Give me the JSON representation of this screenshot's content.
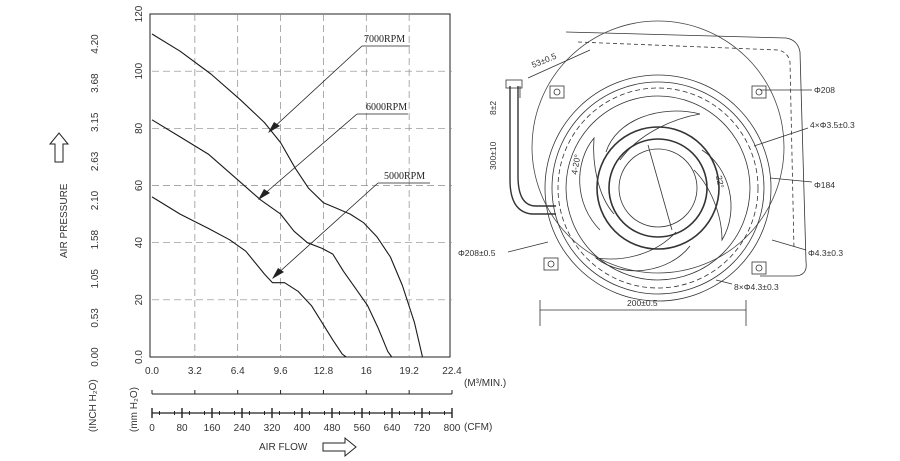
{
  "chart_data": {
    "type": "line",
    "ylabel": "AIR PRESSURE",
    "ylabel_units_mmh2o": "(mm H₂O)",
    "ylabel_units_inch": "(INCH H₂O)",
    "xlabel": "AIR FLOW",
    "x_units": "(M³/MIN.)",
    "x_units_cfm": "(CFM)",
    "xlim": [
      0,
      22.4
    ],
    "ylim": [
      0,
      120
    ],
    "grid": true,
    "x_ticks": [
      "0.0",
      "3.2",
      "6.4",
      "9.6",
      "12.8",
      "16",
      "19.2",
      "22.4"
    ],
    "y_ticks": [
      "0.0",
      "20",
      "40",
      "60",
      "80",
      "100",
      "120"
    ],
    "y_ticks_inch": [
      "0.00",
      "0.53",
      "1.05",
      "1.58",
      "2.10",
      "2.63",
      "3.15",
      "3.68",
      "4.20"
    ],
    "cfm_ticks": [
      "0",
      "80",
      "160",
      "240",
      "320",
      "400",
      "480",
      "560",
      "640",
      "720",
      "800"
    ],
    "series": [
      {
        "name": "7000RPM",
        "x": [
          0,
          2.1,
          4.4,
          6.6,
          8.4,
          9.6,
          10.7,
          11.7,
          12.8,
          13.8,
          14.8,
          15.8,
          16.8,
          17.8,
          18.7,
          19.6,
          20.2
        ],
        "y": [
          113,
          107,
          99,
          90,
          82,
          75,
          66,
          59,
          54,
          52,
          50,
          47,
          42,
          35,
          25,
          12,
          0
        ]
      },
      {
        "name": "6000RPM",
        "x": [
          0,
          2.1,
          4.2,
          6.4,
          8.1,
          9.6,
          10.6,
          11.6,
          12.7,
          13.5,
          14.3,
          15.2,
          16.1,
          16.9,
          17.6,
          17.9
        ],
        "y": [
          83,
          77,
          71,
          62,
          55,
          50,
          44,
          40,
          38,
          36,
          30,
          24,
          18,
          10,
          2,
          0
        ]
      },
      {
        "name": "5000RPM",
        "x": [
          0,
          2.1,
          4.2,
          5.8,
          7.0,
          8.4,
          9.0,
          9.9,
          10.9,
          11.9,
          12.7,
          13.5,
          14.2,
          14.5
        ],
        "y": [
          56,
          50,
          45,
          41,
          37,
          29,
          26,
          26,
          23,
          18,
          12,
          6,
          1,
          0
        ]
      }
    ],
    "annotations": [
      "7000RPM",
      "6000RPM",
      "5000RPM"
    ]
  },
  "drawing": {
    "dimensions": [
      "53±0.5",
      "8±2",
      "300±10",
      "4-20°",
      "22°",
      "Φ208",
      "4×Φ3.5±0.3",
      "Φ184",
      "Φ208±0.5",
      "Φ4.3±0.3",
      "8×Φ4.3±0.3",
      "200±0.5"
    ]
  },
  "colors": {
    "line": "#1a1a1a",
    "grid": "#8a8a8a",
    "frame": "#222222"
  }
}
